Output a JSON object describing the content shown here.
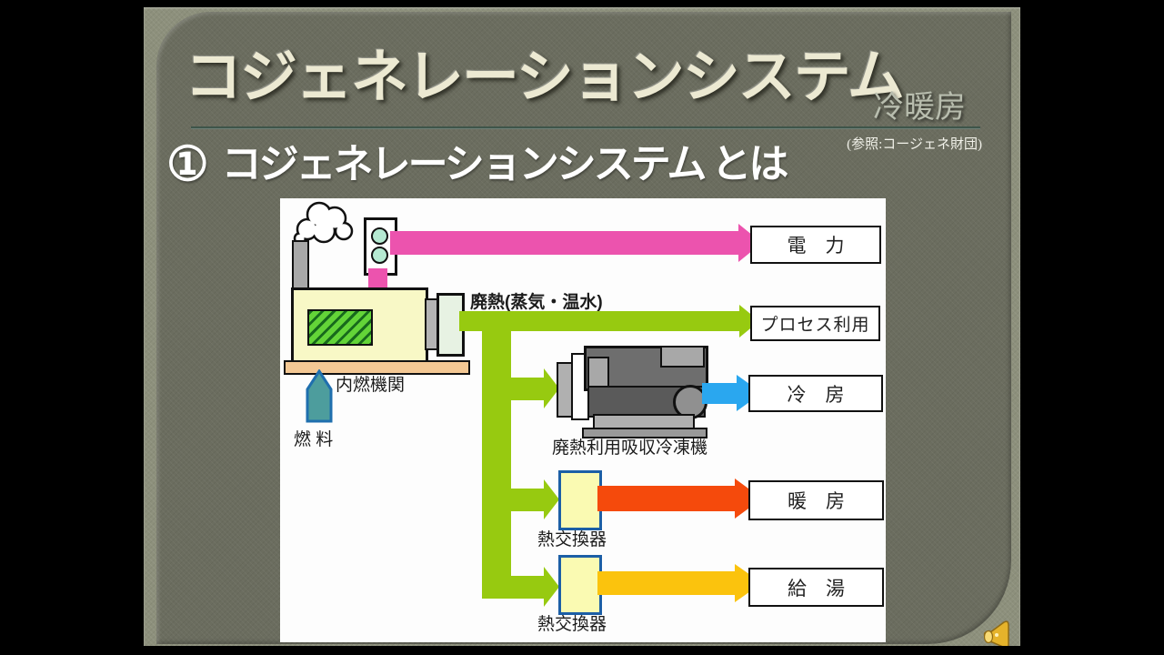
{
  "slide": {
    "title": "コジェネレーションシステム",
    "subtitle": "冷暖房",
    "reference": "(参照:コージェネ財団)",
    "heading_number": "①",
    "heading": "コジェネレーションシステム とは"
  },
  "diagram": {
    "source_labels": {
      "fuel": "燃 料",
      "engine": "内燃機関",
      "waste_heat": "廃熱(蒸気・温水)",
      "absorption_chiller": "廃熱利用吸収冷凍機",
      "heat_exchanger_1": "熱交換器",
      "heat_exchanger_2": "熱交換器"
    },
    "outputs": [
      {
        "id": "electricity",
        "label": "電　力",
        "arrow_color": "#ec53ae"
      },
      {
        "id": "process-use",
        "label": "プロセス利用",
        "arrow_color": "#97ca10"
      },
      {
        "id": "cooling",
        "label": "冷　房",
        "arrow_color": "#2aa7ef"
      },
      {
        "id": "heating",
        "label": "暖　房",
        "arrow_color": "#f54a0c"
      },
      {
        "id": "hot-water",
        "label": "給　湯",
        "arrow_color": "#fbc30d"
      }
    ],
    "flows": [
      {
        "from": "燃料",
        "to": "内燃機関"
      },
      {
        "from": "内燃機関",
        "to": "電力",
        "color": "#ec53ae"
      },
      {
        "from": "廃熱(蒸気・温水)",
        "to": "プロセス利用",
        "color": "#97ca10"
      },
      {
        "from": "廃熱(蒸気・温水)",
        "to": "廃熱利用吸収冷凍機",
        "color": "#97ca10"
      },
      {
        "from": "廃熱利用吸収冷凍機",
        "to": "冷房",
        "color": "#2aa7ef"
      },
      {
        "from": "廃熱(蒸気・温水)",
        "to": "熱交換器",
        "color": "#97ca10"
      },
      {
        "from": "熱交換器",
        "to": "暖房",
        "color": "#f54a0c"
      },
      {
        "from": "熱交換器",
        "to": "給湯",
        "color": "#fbc30d"
      }
    ],
    "palette": {
      "slide_bg": "#8d907c",
      "panel_bg": "#6b6d5f",
      "title_text": "#ece9d2",
      "fuel_arrow": "#4d9d9d",
      "engine_body": "#f8f8c6",
      "platform": "#f4c894",
      "hx_border": "#1c5fa6"
    }
  },
  "audio": {
    "icon": "speaker-icon"
  }
}
